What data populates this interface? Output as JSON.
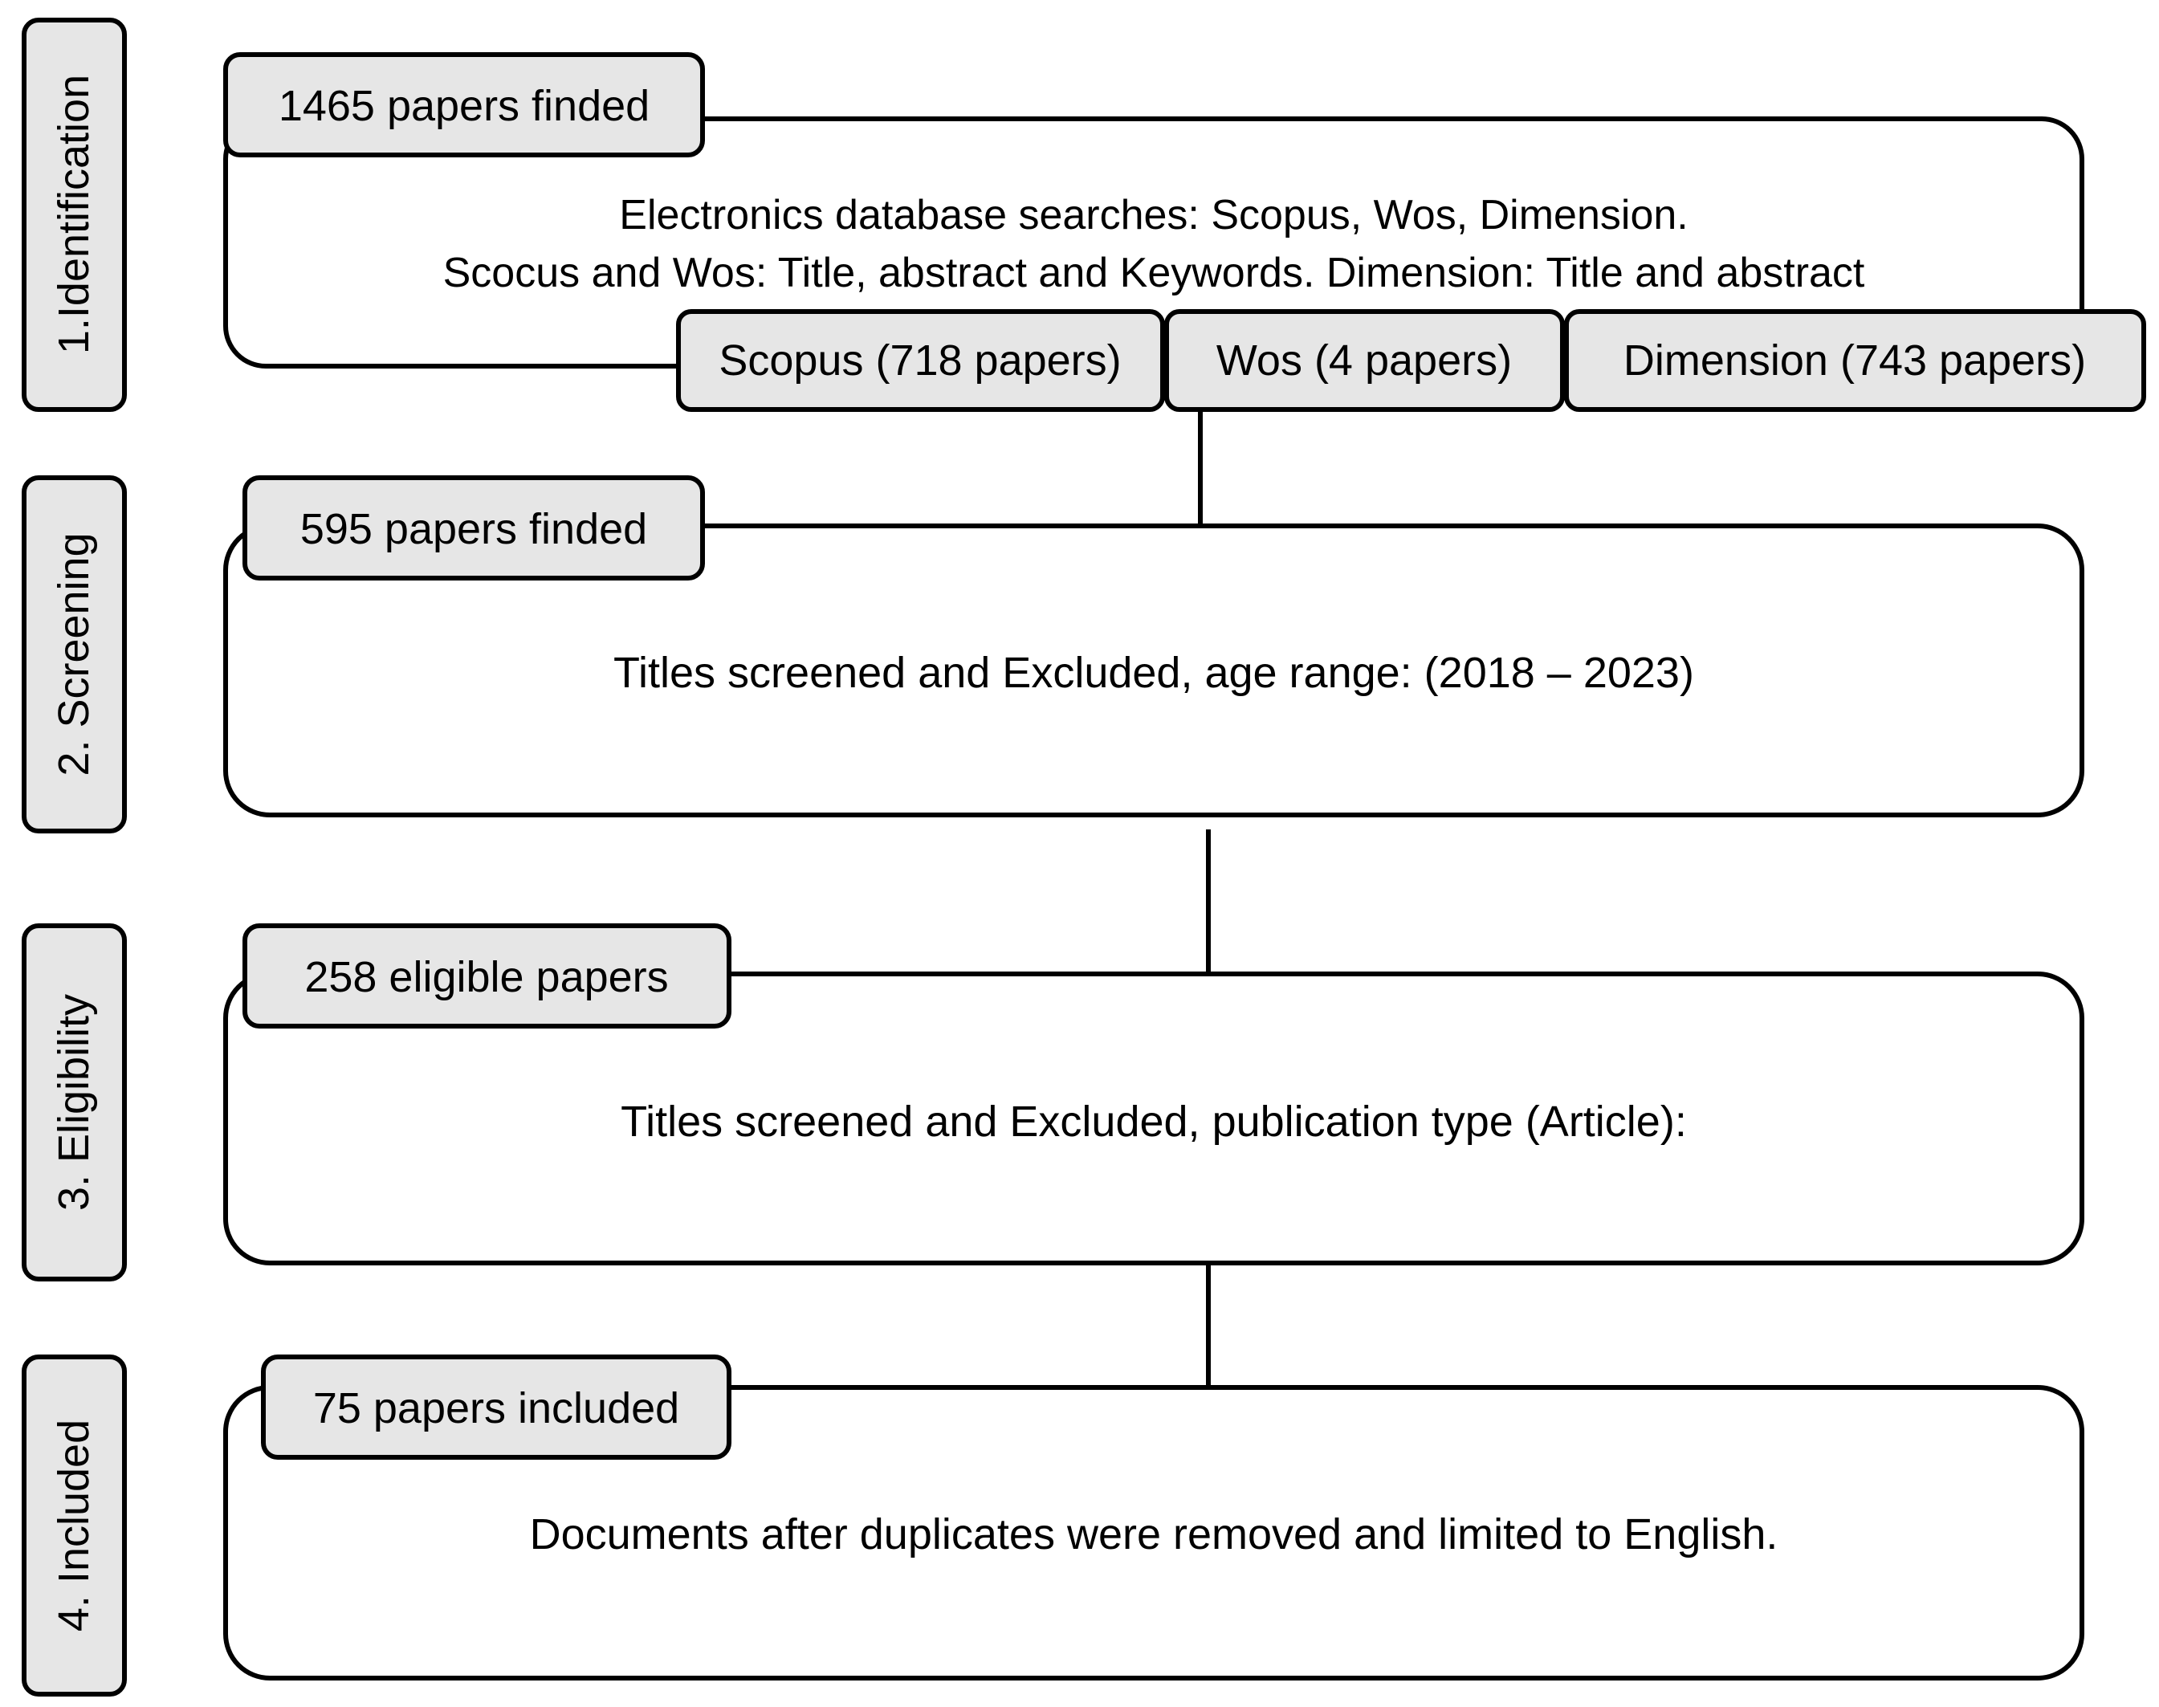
{
  "stages": [
    {
      "label": "1.Identification",
      "count": "1465 papers finded",
      "description": [
        "Electronics database searches: Scopus, Wos, Dimension.",
        "Scocus and Wos: Title, abstract and Keywords. Dimension: Title and abstract"
      ],
      "sources": [
        "Scopus (718 papers)",
        "Wos (4 papers)",
        "Dimension (743 papers)"
      ]
    },
    {
      "label": "2. Screening",
      "count": "595 papers finded",
      "description": [
        "Titles screened and Excluded, age range: (2018 – 2023)"
      ]
    },
    {
      "label": "3. Eligibility",
      "count": "258 eligible papers",
      "description": [
        "Titles screened and Excluded, publication type (Article):"
      ]
    },
    {
      "label": "4. Included",
      "count": "75 papers included",
      "description": [
        "Documents after duplicates were removed and limited to English."
      ]
    }
  ],
  "colors": {
    "tab_fill": "#e6e6e6",
    "stroke": "#000000",
    "background": "#ffffff"
  }
}
